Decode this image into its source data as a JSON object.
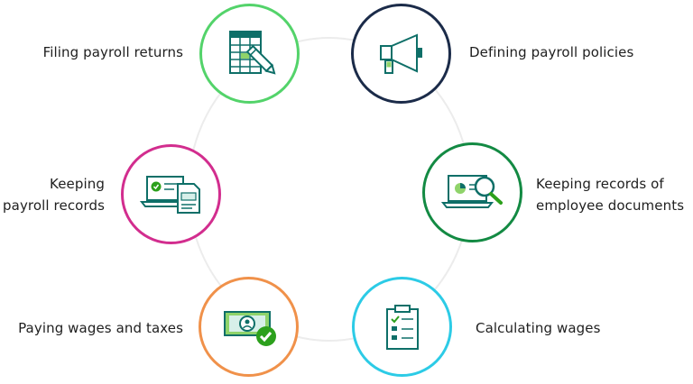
{
  "diagram": {
    "colors": {
      "ring_track": "#ececec",
      "teal": "#1a9c8c",
      "dark_teal": "#0e6f68",
      "light_teal": "#d7efe9",
      "green_fill": "#8fd36a",
      "check_green": "#2ca01c"
    },
    "steps": [
      {
        "id": "filing",
        "lines": [
          "Filing payroll returns"
        ],
        "border": "#53d36a",
        "icon": "spreadsheet-pencil-icon"
      },
      {
        "id": "defining",
        "lines": [
          "Defining payroll policies"
        ],
        "border": "#1b2b49",
        "icon": "megaphone-icon"
      },
      {
        "id": "employee-docs",
        "lines": [
          "Keeping records of",
          "employee documents"
        ],
        "border": "#138a43",
        "icon": "laptop-magnifier-icon"
      },
      {
        "id": "calculating",
        "lines": [
          "Calculating wages"
        ],
        "border": "#2ccbe6",
        "icon": "clipboard-checklist-icon"
      },
      {
        "id": "paying",
        "lines": [
          "Paying wages and taxes"
        ],
        "border": "#f0914a",
        "icon": "banknote-check-icon"
      },
      {
        "id": "payroll-records",
        "lines": [
          "Keeping",
          "payroll records"
        ],
        "border": "#d22d8e",
        "icon": "laptop-document-icon"
      }
    ]
  }
}
